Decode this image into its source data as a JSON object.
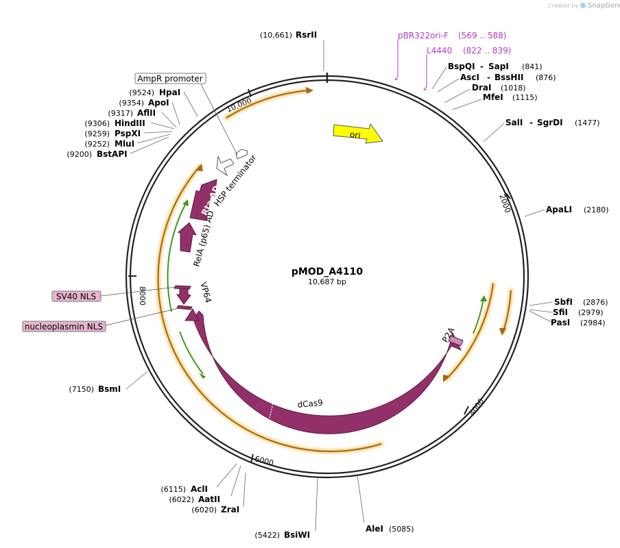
{
  "credit": {
    "created_by": "Created by",
    "brand": "SnapGene"
  },
  "plasmid": {
    "name": "pMOD_A4110",
    "size_label": "10,687 bp"
  },
  "ticks": [
    {
      "label": "2000"
    },
    {
      "label": "4000"
    },
    {
      "label": "6000"
    },
    {
      "label": "8000"
    },
    {
      "label": "10,000"
    }
  ],
  "sites": [
    {
      "name": "RsrII",
      "pos": "(10,661)"
    },
    {
      "name": "BspQI",
      "name2": "SapI",
      "pos": "(841)"
    },
    {
      "name": "AscI",
      "name2": "BssHII",
      "pos": "(876)"
    },
    {
      "name": "DraI",
      "pos": "(1018)"
    },
    {
      "name": "MfeI",
      "pos": "(1115)"
    },
    {
      "name": "SalI",
      "name2": "SgrDI",
      "pos": "(1477)"
    },
    {
      "name": "ApaLI",
      "pos": "(2180)"
    },
    {
      "name": "SbfI",
      "pos": "(2876)"
    },
    {
      "name": "SfiI",
      "pos": "(2979)"
    },
    {
      "name": "PasI",
      "pos": "(2984)"
    },
    {
      "name": "AleI",
      "pos": "(5085)"
    },
    {
      "name": "BsiWI",
      "pos": "(5422)"
    },
    {
      "name": "ZraI",
      "pos": "(6020)"
    },
    {
      "name": "AatII",
      "pos": "(6022)"
    },
    {
      "name": "AclI",
      "pos": "(6115)"
    },
    {
      "name": "BsmI",
      "pos": "(7150)"
    },
    {
      "name": "BstAPI",
      "pos": "(9200)"
    },
    {
      "name": "MluI",
      "pos": "(9252)"
    },
    {
      "name": "PspXI",
      "pos": "(9259)"
    },
    {
      "name": "HindIII",
      "pos": "(9306)"
    },
    {
      "name": "AflII",
      "pos": "(9317)"
    },
    {
      "name": "ApoI",
      "pos": "(9354)"
    },
    {
      "name": "HpaI",
      "pos": "(9524)"
    }
  ],
  "primers": [
    {
      "name": "pBR322ori-F",
      "range": "(569 .. 588)"
    },
    {
      "name": "L4440",
      "range": "(822 .. 839)"
    }
  ],
  "features": {
    "ori": "ori",
    "dcas9": "dCas9",
    "p2a": "P2A",
    "vp64": "VP64",
    "p65": "RelA (p65) AD",
    "rta": "Rta AD",
    "hsp": "HSP terminator"
  },
  "boxed_labels": {
    "ampr_promoter": "AmpR promoter",
    "sv40_nls": "SV40 NLS",
    "nucleoplasmin_nls": "nucleoplasmin NLS"
  },
  "colors": {
    "backbone": "#222222",
    "cds_purple": "#93306a",
    "ori_yellow": "#ffff00",
    "orf_orange": "#a06a14",
    "orf_glow": "#f9d58c",
    "orf_green": "#3c9a1c",
    "nls_pink": "#e8b4d0",
    "primer": "#b03cc8"
  }
}
